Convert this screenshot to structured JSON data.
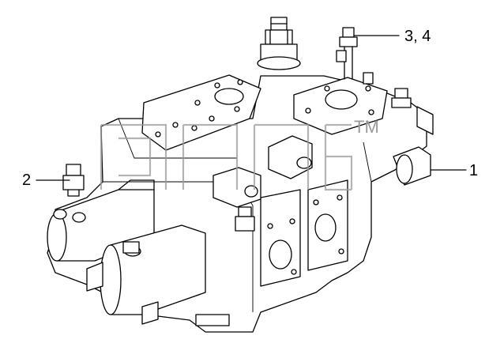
{
  "callouts": {
    "c1": "1",
    "c2": "2",
    "c34": "3, 4"
  },
  "watermark": {
    "tm": "TM"
  },
  "colors": {
    "line": "#000000",
    "watermark": "#9a9a9a",
    "background": "#ffffff"
  }
}
